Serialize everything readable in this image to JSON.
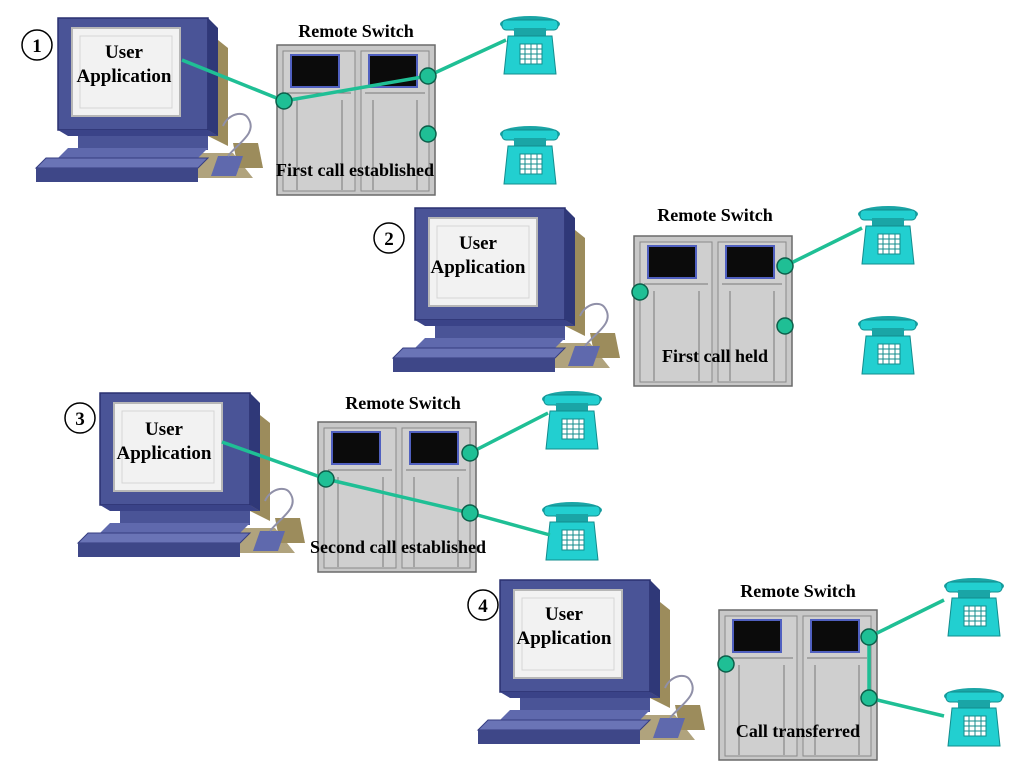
{
  "panels": [
    {
      "number": "1",
      "screen_line1": "User",
      "screen_line2": "Application",
      "switch_title": "Remote Switch",
      "caption": "First call established"
    },
    {
      "number": "2",
      "screen_line1": "User",
      "screen_line2": "Application",
      "switch_title": "Remote Switch",
      "caption": "First call held"
    },
    {
      "number": "3",
      "screen_line1": "User",
      "screen_line2": "Application",
      "switch_title": "Remote Switch",
      "caption": "Second call established"
    },
    {
      "number": "4",
      "screen_line1": "User",
      "screen_line2": "Application",
      "switch_title": "Remote Switch",
      "caption": "Call transferred"
    }
  ],
  "colors": {
    "connection": "#1fbf95",
    "port": "#1fbf95",
    "phone": "#22cfd0",
    "computer": "#5a66a8",
    "switch_body": "#c7c7c7"
  },
  "icons": {
    "computer": "computer-icon",
    "switch": "switch-icon",
    "telephone": "telephone-icon"
  }
}
